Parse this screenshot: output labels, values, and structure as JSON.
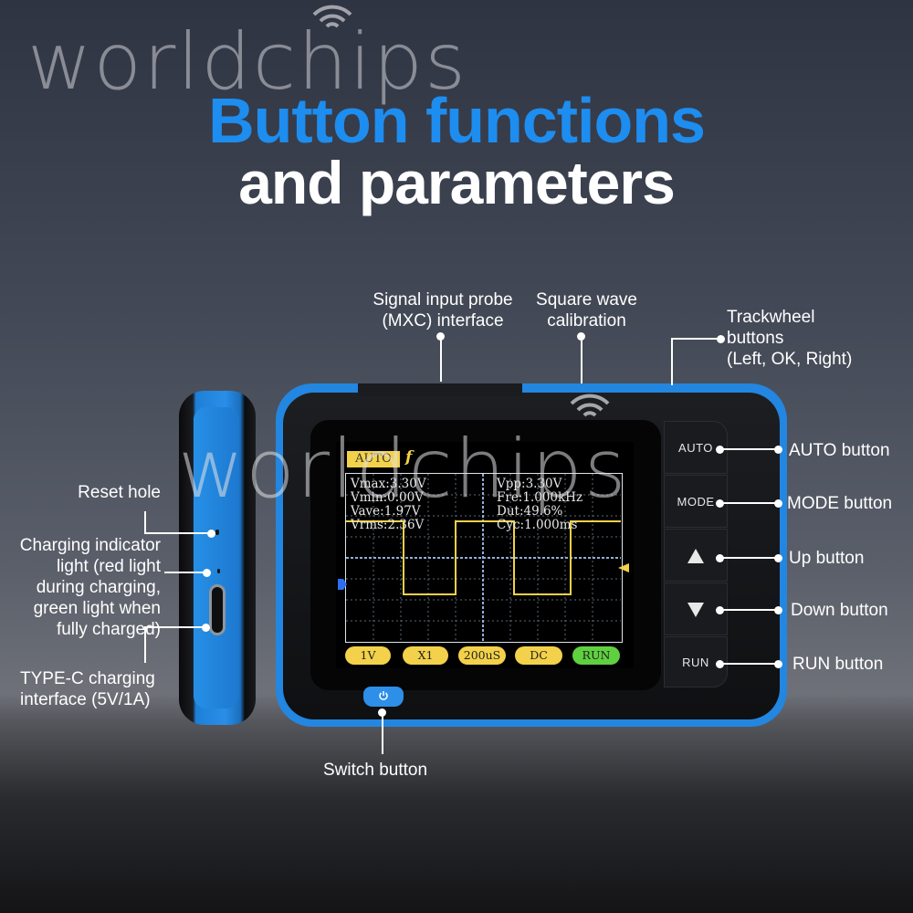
{
  "watermark": "worldchips",
  "title": {
    "line1": "Button functions",
    "line2": "and parameters"
  },
  "callouts": {
    "signal_probe": [
      "Signal input probe",
      "(MXC) interface"
    ],
    "square_wave": [
      "Square wave",
      "calibration"
    ],
    "trackwheel": [
      "Trackwheel",
      "buttons",
      "(Left, OK, Right)"
    ],
    "auto_button": "AUTO button",
    "mode_button": "MODE button",
    "up_button": "Up button",
    "down_button": "Down button",
    "run_button": "RUN button",
    "switch_button": "Switch button",
    "reset_hole": "Reset hole",
    "charging_indicator": [
      "Charging indicator",
      "light (red light",
      "during charging,",
      "green light when",
      "fully charged)"
    ],
    "typec": [
      "TYPE-C charging",
      "interface (5V/1A)"
    ]
  },
  "device": {
    "buttons": {
      "auto": "AUTO",
      "mode": "MODE",
      "run": "RUN"
    },
    "screen": {
      "mode_tab": "AUTO",
      "measurements_left": [
        "Vmax:3.30V",
        "Vmin:0.00V",
        "Vave:1.97V",
        "Vrms:2.36V"
      ],
      "measurements_right": [
        "Vpp:3.30V",
        "Fre:1.000kHz",
        "Dut:49.6%",
        "Cyc:1.000ms"
      ],
      "bottom_bar": [
        "1V",
        "X1",
        "200uS",
        "DC",
        "RUN"
      ]
    }
  },
  "colors": {
    "accent_blue": "#1d8df0",
    "trace_yellow": "#f3d14a",
    "run_green": "#5fd040",
    "device_blue": "#2386e0"
  }
}
